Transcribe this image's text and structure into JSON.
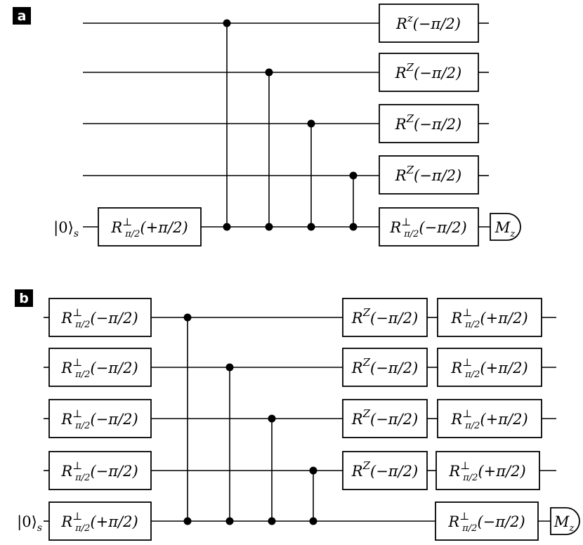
{
  "panels": [
    {
      "label": "a",
      "input_state": {
        "ket": "|0⟩",
        "sub": "s"
      },
      "left_gate": {
        "base": "R",
        "sup": "⊥",
        "sub": "π/2",
        "arg": "(+π/2)"
      },
      "right_gates": [
        {
          "base": "R",
          "sup": "z",
          "sub": "",
          "arg": "(−π/2)"
        },
        {
          "base": "R",
          "sup": "Z",
          "sub": "",
          "arg": "(−π/2)"
        },
        {
          "base": "R",
          "sup": "Z",
          "sub": "",
          "arg": "(−π/2)"
        },
        {
          "base": "R",
          "sup": "Z",
          "sub": "",
          "arg": "(−π/2)"
        },
        {
          "base": "R",
          "sup": "⊥",
          "sub": "π/2",
          "arg": "(−π/2)"
        }
      ],
      "measurement": {
        "base": "M",
        "sub": "z"
      }
    },
    {
      "label": "b",
      "input_state": {
        "ket": "|0⟩",
        "sub": "s"
      },
      "first_column": [
        {
          "base": "R",
          "sup": "⊥",
          "sub": "π/2",
          "arg": "(−π/2)"
        },
        {
          "base": "R",
          "sup": "⊥",
          "sub": "π/2",
          "arg": "(−π/2)"
        },
        {
          "base": "R",
          "sup": "⊥",
          "sub": "π/2",
          "arg": "(−π/2)"
        },
        {
          "base": "R",
          "sup": "⊥",
          "sub": "π/2",
          "arg": "(−π/2)"
        },
        {
          "base": "R",
          "sup": "⊥",
          "sub": "π/2",
          "arg": "(+π/2)"
        }
      ],
      "z_column": [
        {
          "base": "R",
          "sup": "Z",
          "sub": "",
          "arg": "(−π/2)"
        },
        {
          "base": "R",
          "sup": "Z",
          "sub": "",
          "arg": "(−π/2)"
        },
        {
          "base": "R",
          "sup": "Z",
          "sub": "",
          "arg": "(−π/2)"
        },
        {
          "base": "R",
          "sup": "Z",
          "sub": "",
          "arg": "(−π/2)"
        }
      ],
      "last_column": [
        {
          "base": "R",
          "sup": "⊥",
          "sub": "π/2",
          "arg": "(+π/2)"
        },
        {
          "base": "R",
          "sup": "⊥",
          "sub": "π/2",
          "arg": "(+π/2)"
        },
        {
          "base": "R",
          "sup": "⊥",
          "sub": "π/2",
          "arg": "(+π/2)"
        },
        {
          "base": "R",
          "sup": "⊥",
          "sub": "π/2",
          "arg": "(+π/2)"
        },
        {
          "base": "R",
          "sup": "⊥",
          "sub": "π/2",
          "arg": "(−π/2)"
        }
      ],
      "measurement": {
        "base": "M",
        "sub": "z"
      }
    }
  ]
}
